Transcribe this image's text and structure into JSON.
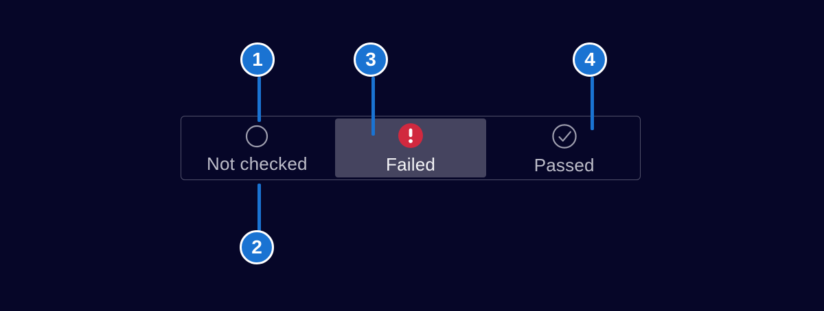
{
  "colors": {
    "background": "#060628",
    "accent_blue": "#1a73d2",
    "badge_ring": "#ffffff",
    "error_red": "#d1293f",
    "active_segment_bg": "#45445f",
    "control_border": "#50506a",
    "text_primary": "#f4f4f7",
    "text_secondary": "#bdbdc9",
    "icon_stroke": "#9e9eae"
  },
  "status_control": {
    "options": [
      {
        "label": "Not checked",
        "icon": "circle-outline-icon",
        "selected": false
      },
      {
        "label": "Failed",
        "icon": "error-badge-icon",
        "selected": true
      },
      {
        "label": "Passed",
        "icon": "check-circle-icon",
        "selected": false
      }
    ]
  },
  "callouts": [
    {
      "number": "1"
    },
    {
      "number": "2"
    },
    {
      "number": "3"
    },
    {
      "number": "4"
    }
  ]
}
